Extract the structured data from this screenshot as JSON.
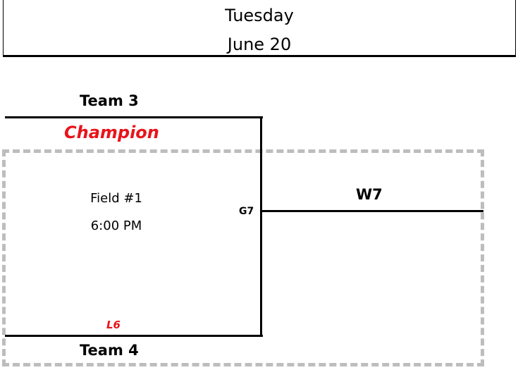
{
  "header": {
    "day": "Tuesday",
    "date": "June 20"
  },
  "bracket": {
    "team_top": "Team 3",
    "champion_label": "Champion",
    "field": "Field #1",
    "time": "6:00 PM",
    "game_id": "G7",
    "loser_ref": "L6",
    "team_bottom": "Team 4",
    "winner": "W7"
  },
  "colors": {
    "accent_red": "#e8141b",
    "line": "#000000",
    "dashed_border": "#bdbdbd"
  }
}
